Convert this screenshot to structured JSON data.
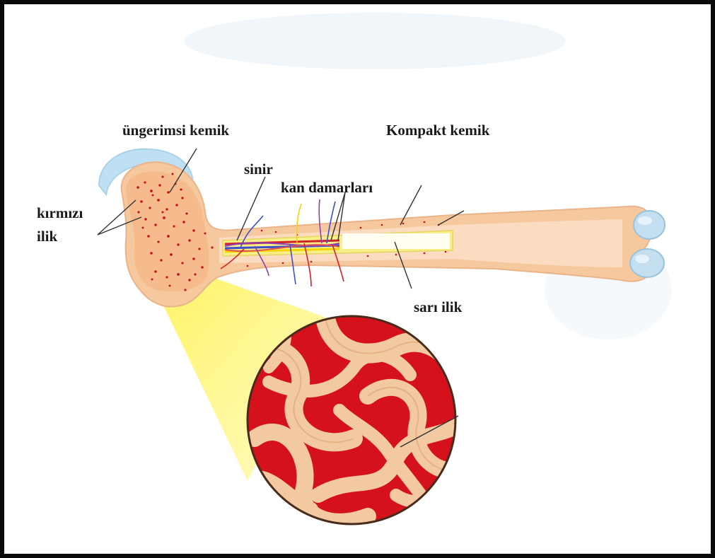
{
  "labels": {
    "spongy_bone": "üngerimsi kemik",
    "compact_bone": "Kompakt kemik",
    "red_marrow_line1": "kırmızı",
    "red_marrow_line2": "ilik",
    "nerve": "sinir",
    "blood_vessels": "kan damarları",
    "yellow_marrow": "sarı ilik"
  },
  "colors": {
    "bone": "#f6c89e",
    "bone_light": "#fbdcc0",
    "cartilage": "#bfe0f2",
    "red_marrow": "#c8121e",
    "yellow_marrow": "#f7f08a",
    "trabecula": "#f2c9a0",
    "frame": "#0a0a0a"
  }
}
